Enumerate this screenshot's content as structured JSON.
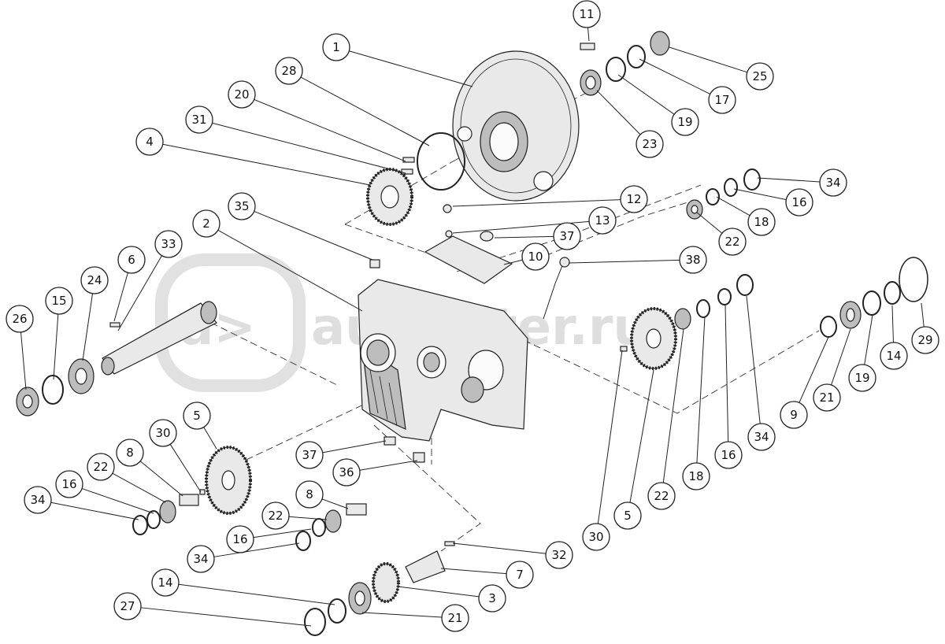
{
  "watermark": {
    "text": "autopiter.ru"
  },
  "callouts": [
    {
      "n": "1"
    },
    {
      "n": "28"
    },
    {
      "n": "20"
    },
    {
      "n": "31"
    },
    {
      "n": "4"
    },
    {
      "n": "11"
    },
    {
      "n": "25"
    },
    {
      "n": "17"
    },
    {
      "n": "19"
    },
    {
      "n": "23"
    },
    {
      "n": "34"
    },
    {
      "n": "16"
    },
    {
      "n": "18"
    },
    {
      "n": "22"
    },
    {
      "n": "12"
    },
    {
      "n": "13"
    },
    {
      "n": "37"
    },
    {
      "n": "10"
    },
    {
      "n": "38"
    },
    {
      "n": "35"
    },
    {
      "n": "2"
    },
    {
      "n": "33"
    },
    {
      "n": "6"
    },
    {
      "n": "24"
    },
    {
      "n": "15"
    },
    {
      "n": "26"
    },
    {
      "n": "29"
    },
    {
      "n": "14"
    },
    {
      "n": "19"
    },
    {
      "n": "21"
    },
    {
      "n": "9"
    },
    {
      "n": "34"
    },
    {
      "n": "16"
    },
    {
      "n": "18"
    },
    {
      "n": "22"
    },
    {
      "n": "5"
    },
    {
      "n": "30"
    },
    {
      "n": "5"
    },
    {
      "n": "30"
    },
    {
      "n": "8"
    },
    {
      "n": "22"
    },
    {
      "n": "16"
    },
    {
      "n": "34"
    },
    {
      "n": "37"
    },
    {
      "n": "36"
    },
    {
      "n": "8"
    },
    {
      "n": "22"
    },
    {
      "n": "16"
    },
    {
      "n": "34"
    },
    {
      "n": "32"
    },
    {
      "n": "7"
    },
    {
      "n": "3"
    },
    {
      "n": "14"
    },
    {
      "n": "27"
    },
    {
      "n": "21"
    }
  ]
}
